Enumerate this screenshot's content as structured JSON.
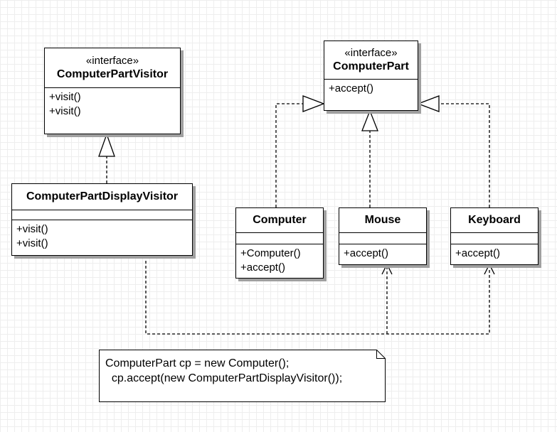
{
  "classes": {
    "computer_part_visitor": {
      "stereotype": "«interface»",
      "name": "ComputerPartVisitor",
      "operations": [
        "+visit()",
        "+visit()"
      ]
    },
    "computer_part_display_visitor": {
      "name": "ComputerPartDisplayVisitor",
      "operations": [
        "+visit()",
        "+visit()"
      ]
    },
    "computer_part": {
      "stereotype": "«interface»",
      "name": "ComputerPart",
      "operations": [
        "+accept()"
      ]
    },
    "computer": {
      "name": "Computer",
      "operations": [
        "+Computer()",
        "+accept()"
      ]
    },
    "mouse": {
      "name": "Mouse",
      "operations": [
        "+accept()"
      ]
    },
    "keyboard": {
      "name": "Keyboard",
      "operations": [
        "+accept()"
      ]
    }
  },
  "note": {
    "lines": [
      "ComputerPart cp = new Computer();",
      "  cp.accept(new ComputerPartDisplayVisitor());"
    ]
  },
  "colors": {
    "line": "#000000",
    "shadow": "#a0a0a0",
    "grid": "#eeeeee"
  }
}
